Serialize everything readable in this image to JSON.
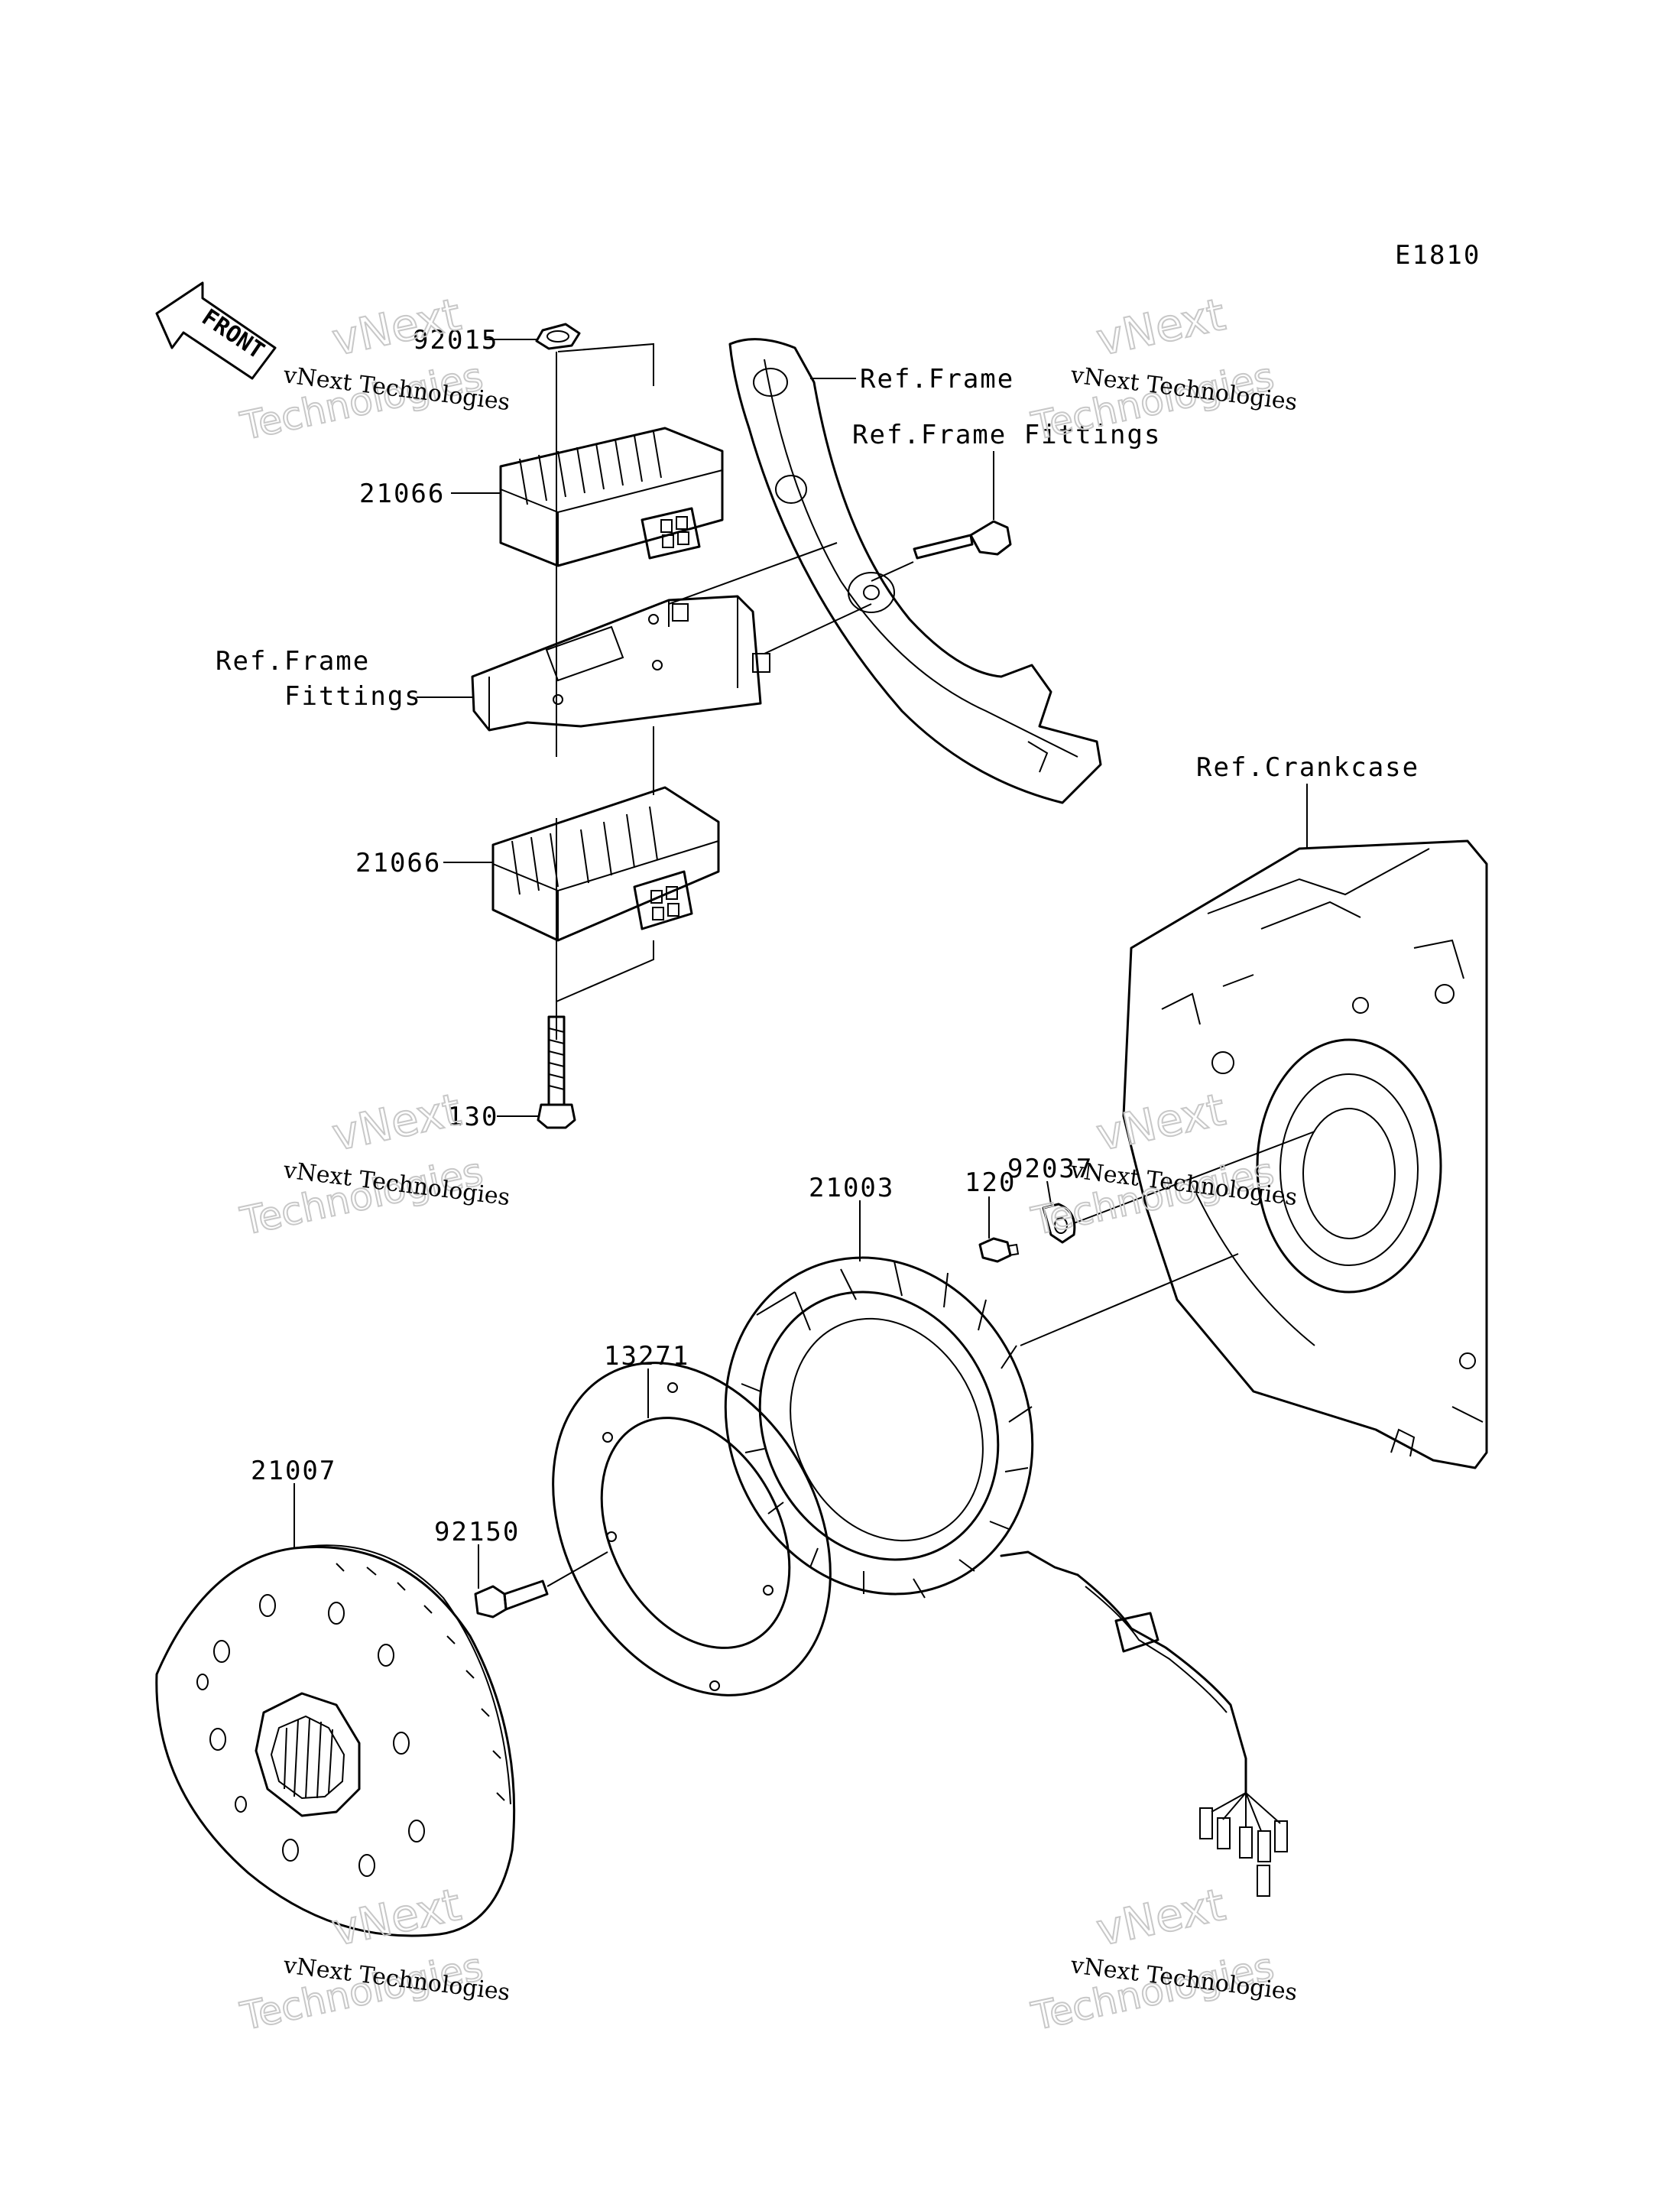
{
  "diagram_code": "E1810",
  "front_label": "FRONT",
  "labels": {
    "p92015": "92015",
    "p21066_top": "21066",
    "p21066_bottom": "21066",
    "p130": "130",
    "ref_frame": "Ref.Frame",
    "ref_frame_fittings_right": "Ref.Frame Fittings",
    "ref_frame_fittings_left_1": "Ref.Frame",
    "ref_frame_fittings_left_2": "Fittings",
    "ref_crankcase": "Ref.Crankcase",
    "p92037": "92037",
    "p120": "120",
    "p21003": "21003",
    "p13271": "13271",
    "p21007": "21007",
    "p92150": "92150"
  },
  "watermark": {
    "small": "vNext Technologies",
    "large_top": "vNext",
    "large_bottom": "Technologies"
  },
  "colors": {
    "line": "#000000",
    "watermark": "#c8c8c8",
    "background": "#ffffff"
  }
}
